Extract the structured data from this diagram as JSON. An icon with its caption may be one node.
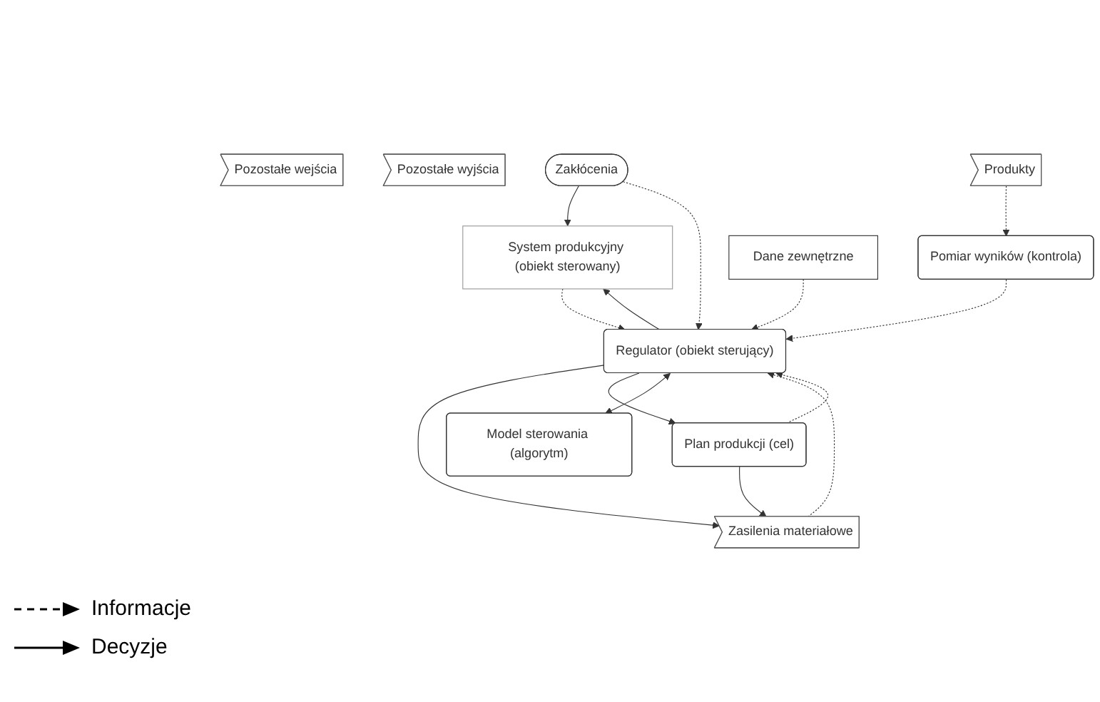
{
  "diagram": {
    "nodes": [
      {
        "text": [
          "System produkcyjny (obiekt sterowany)"
        ]
      },
      {
        "text": [
          "Pozostałe wejścia"
        ]
      },
      {
        "text": [
          "Zasilenia materiałowe"
        ]
      },
      {
        "text": [
          "Pozostałe wyjścia"
        ]
      },
      {
        "text": [
          "Produkty"
        ]
      },
      {
        "text": [
          "Zakłócenia"
        ]
      },
      {
        "text": [
          "Plan produkcji (cel)"
        ]
      },
      {
        "text": [
          "Regulator (obiekt sterujący)"
        ]
      },
      {
        "text": [
          "Pomiar wyników (kontrola)"
        ]
      },
      {
        "text": [
          "Model sterowania (algorytm)"
        ]
      },
      {
        "text": [
          "Dane zewnętrzne"
        ]
      }
    ],
    "edges": [
      {
        "from": 6,
        "to": 2,
        "arrow": "to"
      },
      {
        "from": 2,
        "to": 7,
        "arrow": "to",
        "style": "dashed"
      },
      {
        "from": 7,
        "to": 2,
        "arrow": "to"
      },
      {
        "from": 0,
        "to": 7,
        "arrow": "to",
        "style": "dashed"
      },
      {
        "from": 7,
        "to": 0,
        "arrow": "to"
      },
      {
        "from": 5,
        "to": 0,
        "arrow": "to"
      },
      {
        "from": 5,
        "to": 7,
        "arrow": "to",
        "style": "dashed"
      },
      {
        "from": 4,
        "to": 8,
        "arrow": "to",
        "style": "dashed"
      },
      {
        "from": 6,
        "to": 7,
        "arrow": "to",
        "style": "dashed"
      },
      {
        "from": 7,
        "to": 6,
        "arrow": "to"
      },
      {
        "from": 8,
        "to": 7,
        "arrow": "to",
        "style": "dashed"
      },
      {
        "from": 7,
        "to": 9,
        "arrow": "both"
      },
      {
        "from": 10,
        "to": 7,
        "arrow": "to",
        "style": "dashed"
      }
    ],
    "legend": [
      {
        "text": "Informacje"
      },
      {
        "text": "Decyzje"
      }
    ]
  }
}
